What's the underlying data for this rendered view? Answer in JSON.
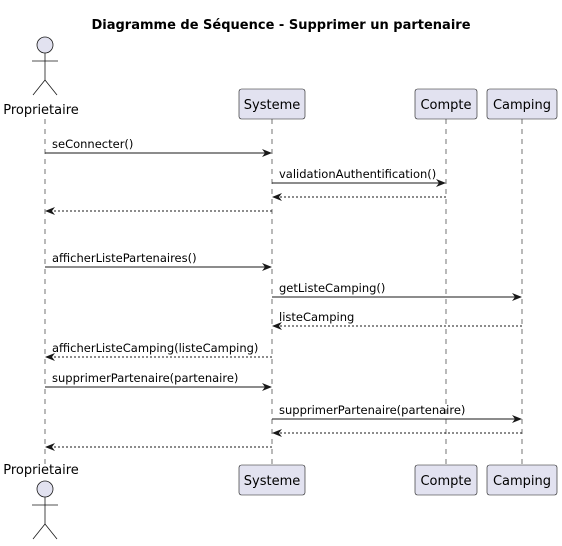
{
  "title": "Diagramme de Séquence - Supprimer un partenaire",
  "participants": [
    {
      "id": "proprietaire",
      "label": "Proprietaire",
      "kind": "actor"
    },
    {
      "id": "systeme",
      "label": "Systeme",
      "kind": "participant"
    },
    {
      "id": "compte",
      "label": "Compte",
      "kind": "participant"
    },
    {
      "id": "camping",
      "label": "Camping",
      "kind": "participant"
    }
  ],
  "messages": [
    {
      "from": "proprietaire",
      "to": "systeme",
      "label": "seConnecter()",
      "style": "solid"
    },
    {
      "from": "systeme",
      "to": "compte",
      "label": "validationAuthentification()",
      "style": "solid"
    },
    {
      "from": "compte",
      "to": "systeme",
      "label": "",
      "style": "dashed"
    },
    {
      "from": "systeme",
      "to": "proprietaire",
      "label": "",
      "style": "dashed"
    },
    {
      "from": "proprietaire",
      "to": "systeme",
      "label": "afficherListePartenaires()",
      "style": "solid"
    },
    {
      "from": "systeme",
      "to": "camping",
      "label": "getListeCamping()",
      "style": "solid"
    },
    {
      "from": "camping",
      "to": "systeme",
      "label": "listeCamping",
      "style": "dashed"
    },
    {
      "from": "systeme",
      "to": "proprietaire",
      "label": "afficherListeCamping(listeCamping)",
      "style": "dashed"
    },
    {
      "from": "proprietaire",
      "to": "systeme",
      "label": "supprimerPartenaire(partenaire)",
      "style": "solid"
    },
    {
      "from": "systeme",
      "to": "camping",
      "label": "supprimerPartenaire(partenaire)",
      "style": "solid"
    },
    {
      "from": "camping",
      "to": "systeme",
      "label": "",
      "style": "dashed"
    },
    {
      "from": "systeme",
      "to": "proprietaire",
      "label": "",
      "style": "dashed"
    }
  ],
  "colors": {
    "participant_fill": "#E2E2F0",
    "line": "#181818"
  }
}
